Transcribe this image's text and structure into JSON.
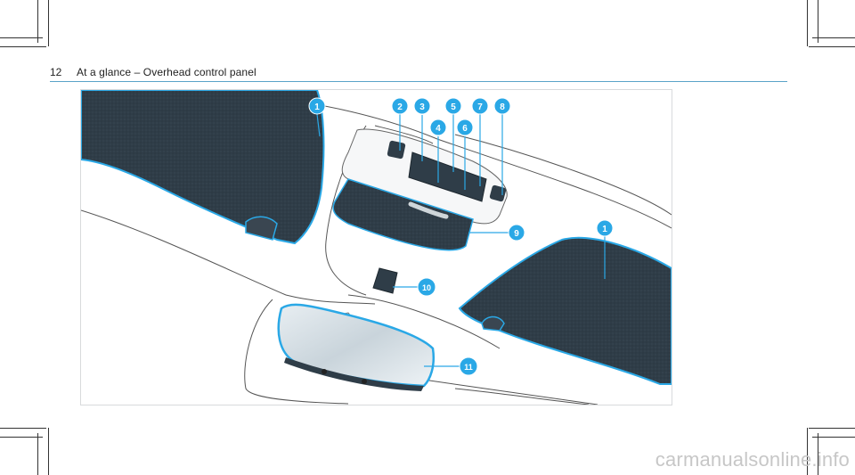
{
  "header": {
    "page_number": "12",
    "title": "At a glance – Overhead control panel"
  },
  "figure": {
    "callouts": [
      "1",
      "2",
      "3",
      "4",
      "5",
      "6",
      "7",
      "8",
      "9",
      "10",
      "11",
      "1"
    ]
  },
  "footer": {
    "watermark": "carmanualsonline.info"
  },
  "colors": {
    "accent": "#2aa8e6",
    "panel": "#2f3d48",
    "rule": "#5aa3c8"
  }
}
